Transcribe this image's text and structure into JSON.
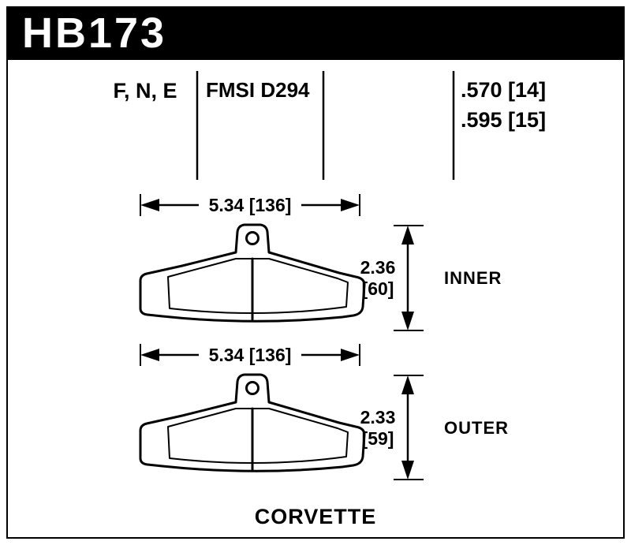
{
  "colors": {
    "header_bg": "#000000",
    "line": "#000000",
    "background": "#ffffff",
    "text_on_header": "#ffffff"
  },
  "header": {
    "part_number": "HB173"
  },
  "specs": {
    "compounds": "F, N, E",
    "fmsi": "FMSI D294",
    "thickness_line1": ".570 [14]",
    "thickness_line2": ".595 [15]"
  },
  "diagram": {
    "inner": {
      "width_dim": "5.34 [136]",
      "height_in": "2.36",
      "height_mm": "[60]",
      "label": "INNER"
    },
    "outer": {
      "width_dim": "5.34 [136]",
      "height_in": "2.33",
      "height_mm": "[59]",
      "label": "OUTER"
    },
    "vehicle": "CORVETTE"
  }
}
